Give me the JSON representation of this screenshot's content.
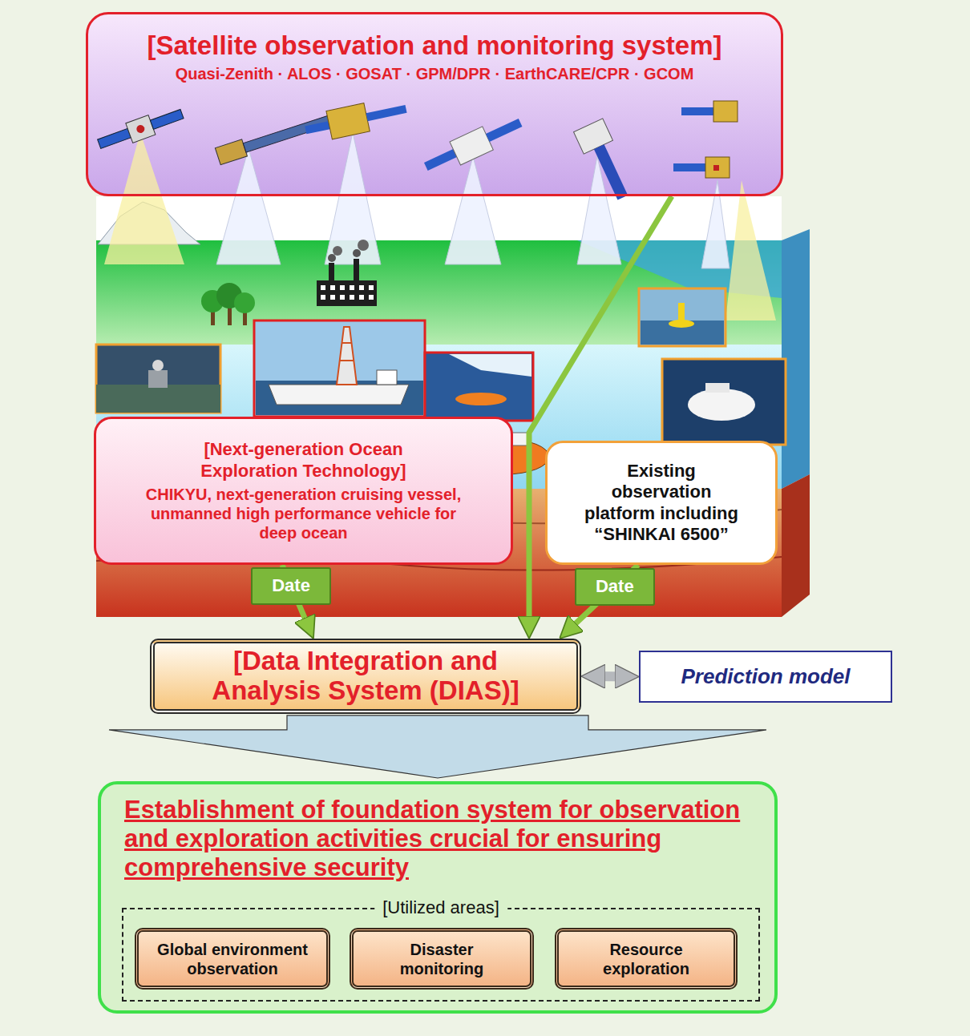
{
  "diagram": {
    "nodes": [
      {
        "text": [
          "[Satellite observation and monitoring system]",
          "Quasi-Zenith · ALOS · GOSAT · GPM/DPR · EarthCARE/CPR · GCOM"
        ]
      },
      {
        "text": [
          "[Next-generation Ocean Exploration Technology]",
          "CHIKYU, next-generation cruising vessel, unmanned high performance vehicle for deep ocean"
        ]
      },
      {
        "text": [
          "Existing observation platform including “SHINKAI 6500”"
        ]
      },
      {
        "text": [
          "[Data Integration and Analysis System (DIAS)]"
        ]
      },
      {
        "text": [
          "Prediction model"
        ]
      },
      {
        "text": [
          "Establishment of foundation system for observation and exploration activities crucial for ensuring comprehensive security"
        ]
      },
      {
        "text": [
          "[Utilized areas]"
        ],
        "in": 5
      },
      {
        "text": [
          "Global environment observation"
        ],
        "in": 6
      },
      {
        "text": [
          "Disaster monitoring"
        ],
        "in": 6
      },
      {
        "text": [
          "Resource exploration"
        ],
        "in": 6
      }
    ],
    "edges": [
      {
        "from": 0,
        "to": 3,
        "arrow": "to"
      },
      {
        "from": 1,
        "to": 3,
        "label": "Date",
        "arrow": "to"
      },
      {
        "from": 2,
        "to": 3,
        "label": "Date",
        "arrow": "to"
      },
      {
        "from": 3,
        "to": 4,
        "arrow": "both"
      },
      {
        "from": 3,
        "to": 5,
        "arrow": "to"
      }
    ]
  }
}
